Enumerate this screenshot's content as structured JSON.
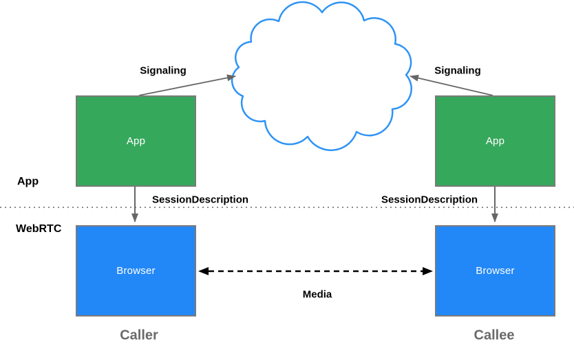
{
  "layers": {
    "app_label": "App",
    "webrtc_label": "WebRTC"
  },
  "nodes": {
    "caller_app": {
      "label": "App"
    },
    "callee_app": {
      "label": "App"
    },
    "caller_browser": {
      "label": "Browser"
    },
    "callee_browser": {
      "label": "Browser"
    },
    "cloud": {
      "name": "signaling-network-cloud"
    }
  },
  "edges": {
    "signaling_left": {
      "label": "Signaling",
      "from": "caller_app",
      "to": "cloud"
    },
    "signaling_right": {
      "label": "Signaling",
      "from": "callee_app",
      "to": "cloud"
    },
    "session_left": {
      "label": "SessionDescription",
      "from": "caller_app",
      "to": "caller_browser"
    },
    "session_right": {
      "label": "SessionDescription",
      "from": "callee_app",
      "to": "callee_browser"
    },
    "media": {
      "label": "Media",
      "from": "caller_browser",
      "to": "callee_browser",
      "style": "dashed-double-arrow"
    }
  },
  "captions": {
    "caller": "Caller",
    "callee": "Callee"
  },
  "colors": {
    "app_box_fill": "#36a85c",
    "browser_box_fill": "#2388f7",
    "cloud_stroke": "#2e93f5",
    "box_border": "#7a7a7a",
    "arrow_gray": "#666666",
    "media_arrow": "#000000",
    "divider_dots": "#8a8a8a",
    "caption_text": "#6a6a6a",
    "label_text": "#000000",
    "box_text": "#ffffff"
  }
}
